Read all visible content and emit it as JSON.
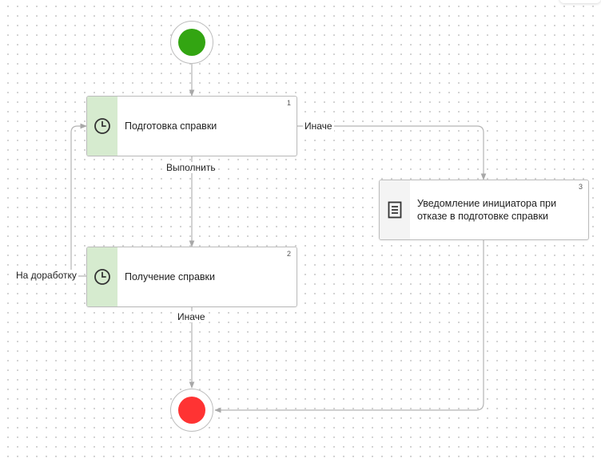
{
  "nodes": {
    "task1": {
      "number": "1",
      "label": "Подготовка справки"
    },
    "task2": {
      "number": "2",
      "label": "Получение справки"
    },
    "task3": {
      "number": "3",
      "label": "Уведомление инициатора при отказе в подготовке справки"
    }
  },
  "edges": {
    "start_to_1": "",
    "1_to_2": "Выполнить",
    "1_to_3": "Иначе",
    "2_to_1": "На доработку",
    "2_to_end": "Иначе",
    "3_to_end": ""
  },
  "icons": {
    "task": "clock-icon",
    "notify": "document-icon"
  },
  "colors": {
    "start": "#33a512",
    "end": "#ff3333",
    "task_stripe": "#d6ebcf",
    "edge": "#b5b5b5"
  }
}
